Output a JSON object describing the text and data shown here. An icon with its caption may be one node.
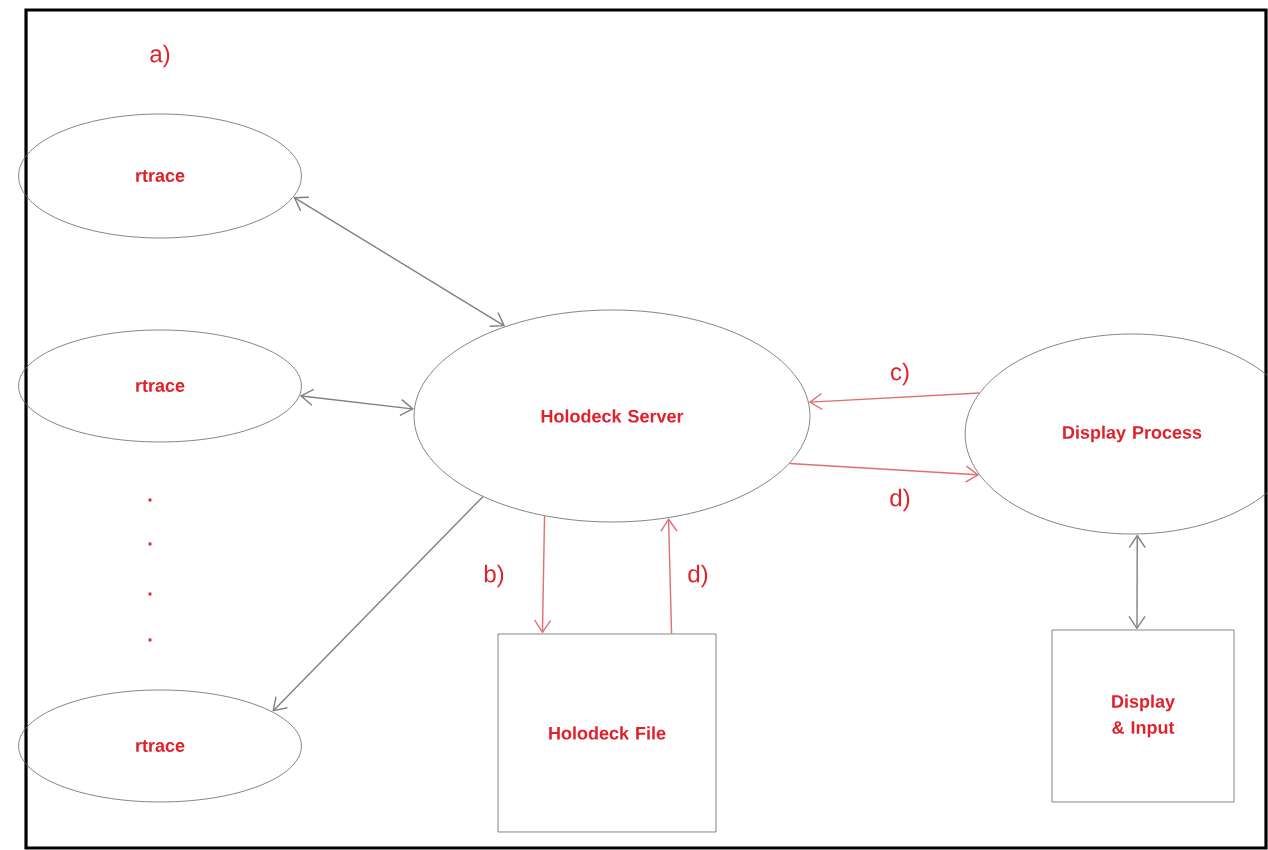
{
  "diagram": {
    "nodes": [
      {
        "text": [
          "rtrace"
        ]
      },
      {
        "text": [
          "rtrace"
        ]
      },
      {
        "text": [
          "rtrace"
        ]
      },
      {
        "text": [
          "Holodeck Server"
        ]
      },
      {
        "text": [
          "Holodeck File"
        ]
      },
      {
        "text": [
          "Display Process"
        ]
      },
      {
        "text": [
          "Display & Input"
        ]
      }
    ],
    "edges": [
      {
        "from": 0,
        "to": 3,
        "arrow": "both",
        "color": "#808080"
      },
      {
        "from": 1,
        "to": 3,
        "arrow": "both",
        "color": "#808080"
      },
      {
        "from": 3,
        "to": 2,
        "arrow": "to",
        "color": "#808080"
      },
      {
        "from": 5,
        "to": 3,
        "arrow": "to",
        "label": "c)",
        "color": "#e07070"
      },
      {
        "from": 3,
        "to": 5,
        "arrow": "to",
        "label": "d)",
        "color": "#e07070"
      },
      {
        "from": 3,
        "to": 4,
        "arrow": "to",
        "label": "b)",
        "color": "#e07070"
      },
      {
        "from": 4,
        "to": 3,
        "arrow": "to",
        "label": "d)",
        "color": "#e07070"
      },
      {
        "from": 5,
        "to": 6,
        "arrow": "both",
        "color": "#808080"
      }
    ],
    "labels": [
      "a)",
      ".",
      ".",
      ".",
      "."
    ]
  }
}
